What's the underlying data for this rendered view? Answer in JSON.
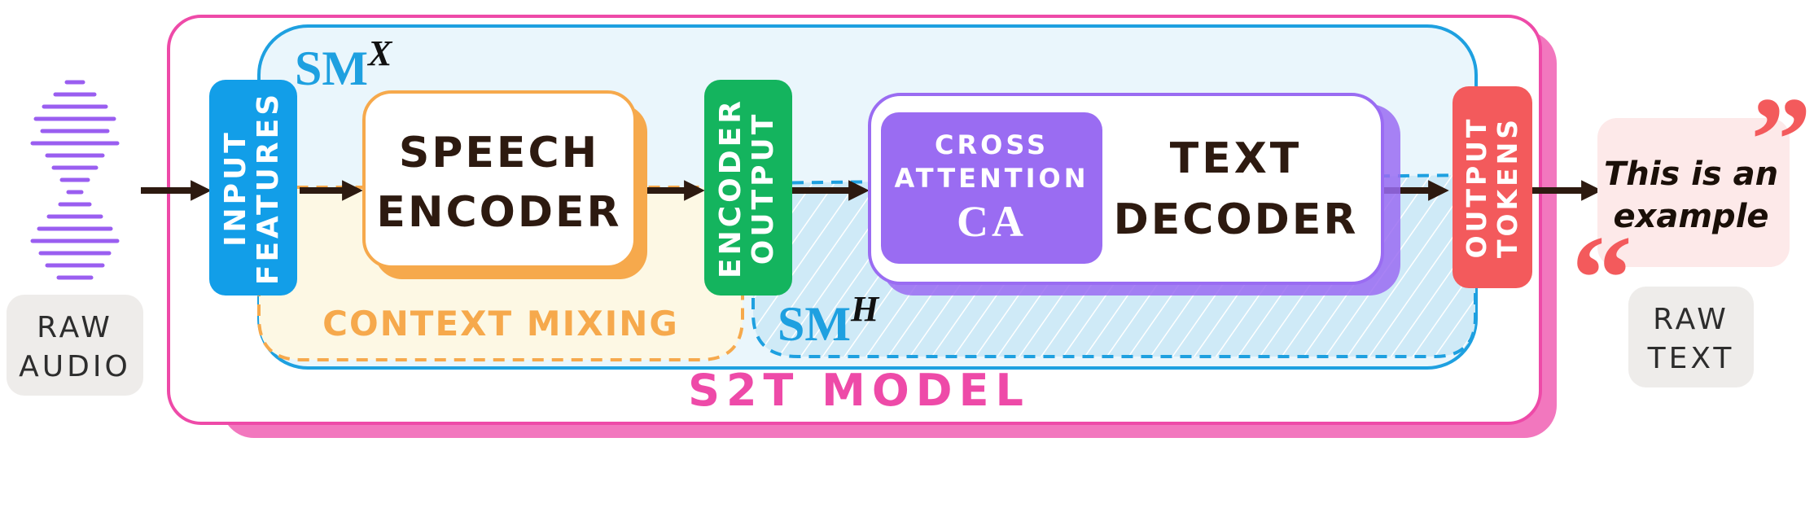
{
  "colors": {
    "model_pink": "#ee4aa8",
    "sm_blue": "#1ea0e0",
    "sm_x_fill": "#eaf6fc",
    "context_orange": "#f6a94c",
    "context_fill": "#fdf8e4",
    "input_blue": "#129ee8",
    "encoder_out_green": "#14b45e",
    "decoder_purple": "#9a6cf2",
    "output_red": "#f35a5c",
    "arrow": "#2d1a10",
    "waveform": "#9a5ef0",
    "label_gray_bg": "#eeecea",
    "quote_bubble_bg": "#fde9e9",
    "quote_mark": "#f35a5c"
  },
  "inputs": {
    "raw_audio_line1": "RAW",
    "raw_audio_line2": "AUDIO",
    "waveform_icon": "waveform-icon"
  },
  "model": {
    "title": "S2T MODEL",
    "sm_x": {
      "base": "SM",
      "superscript": "X"
    },
    "sm_h": {
      "base": "SM",
      "superscript": "H"
    },
    "context_mixing_label": "CONTEXT MIXING",
    "input_features_line1": "INPUT",
    "input_features_line2": "FEATURES",
    "speech_encoder_line1": "SPEECH",
    "speech_encoder_line2": "ENCODER",
    "encoder_output_line1": "ENCODER",
    "encoder_output_line2": "OUTPUT",
    "cross_attention_line1": "CROSS",
    "cross_attention_line2": "ATTENTION",
    "cross_attention_abbr": "CA",
    "text_decoder_line1": "TEXT",
    "text_decoder_line2": "DECODER",
    "output_tokens_line1": "OUTPUT",
    "output_tokens_line2": "TOKENS"
  },
  "outputs": {
    "example_line1": "This is an",
    "example_line2": "example",
    "raw_text_line1": "RAW",
    "raw_text_line2": "TEXT"
  }
}
